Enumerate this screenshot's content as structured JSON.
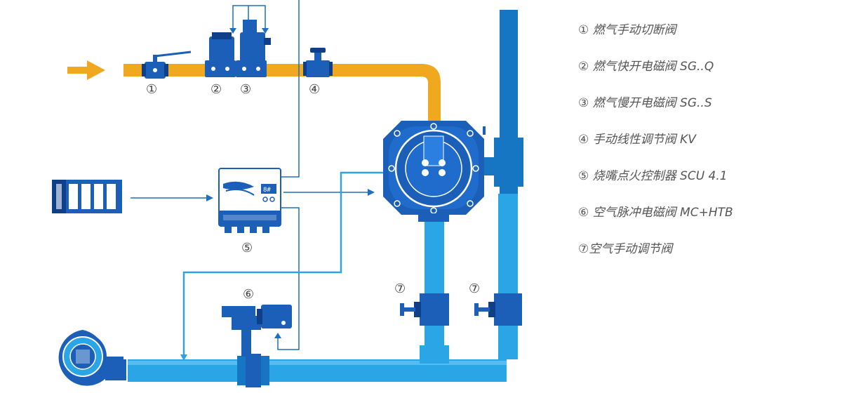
{
  "colors": {
    "gas": "#f0a81e",
    "air_light": "#2aa5e6",
    "air_dark": "#1776c4",
    "equipment": "#1b5fb8",
    "equipment_dark": "#0f3f88",
    "signal_line": "#1c6fc1",
    "cyan_line": "#2ea3e0",
    "text": "#555555"
  },
  "markers": {
    "m1": "①",
    "m2": "②",
    "m3": "③",
    "m4": "④",
    "m5": "⑤",
    "m6": "⑥",
    "m7a": "⑦",
    "m7b": "⑦"
  },
  "legend": [
    "① 燃气手动切断阀",
    "② 燃气快开电磁阀 SG..Q",
    "③ 燃气慢开电磁阀 SG..S",
    "④ 手动线性调节阀 KV",
    "⑤ 烧嘴点火控制器 SCU 4.1",
    "⑥ 空气脉冲电磁阀 MC+HTB",
    "⑦空气手动调节阀"
  ],
  "controller_display": "8#",
  "icons": [
    "gas-inlet-arrow-icon",
    "ball-valve-icon",
    "solenoid-valve-icon",
    "manual-linear-valve-icon",
    "burner-icon",
    "control-panel-icon",
    "ignition-controller-icon",
    "pulse-solenoid-valve-icon",
    "manual-air-valve-icon",
    "blower-fan-icon"
  ]
}
